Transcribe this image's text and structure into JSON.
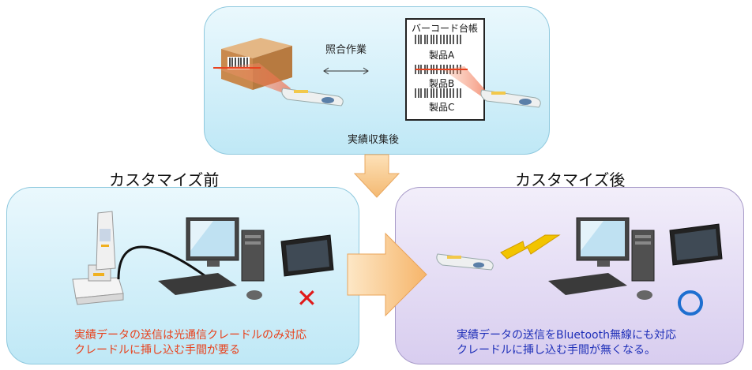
{
  "top": {
    "collation_label": "照合作業",
    "collected_label": "実績収集後",
    "ledger": {
      "title": "バーコード台帳",
      "products": [
        "製品A",
        "製品B",
        "製品C"
      ]
    }
  },
  "before": {
    "heading": "カスタマイズ前",
    "note_line1": "実績データの送信は光通信クレードルのみ対応",
    "note_line2": "クレードルに挿し込む手間が要る"
  },
  "after": {
    "heading": "カスタマイズ後",
    "note_line1": "実績データの送信をBluetooth無線にも対応",
    "note_line2": "クレードルに挿し込む手間が無くなる。"
  },
  "colors": {
    "before_note": "#e8411c",
    "after_note": "#1e2fb8",
    "cross": "#e01a1a",
    "circle": "#1e6fd0"
  }
}
